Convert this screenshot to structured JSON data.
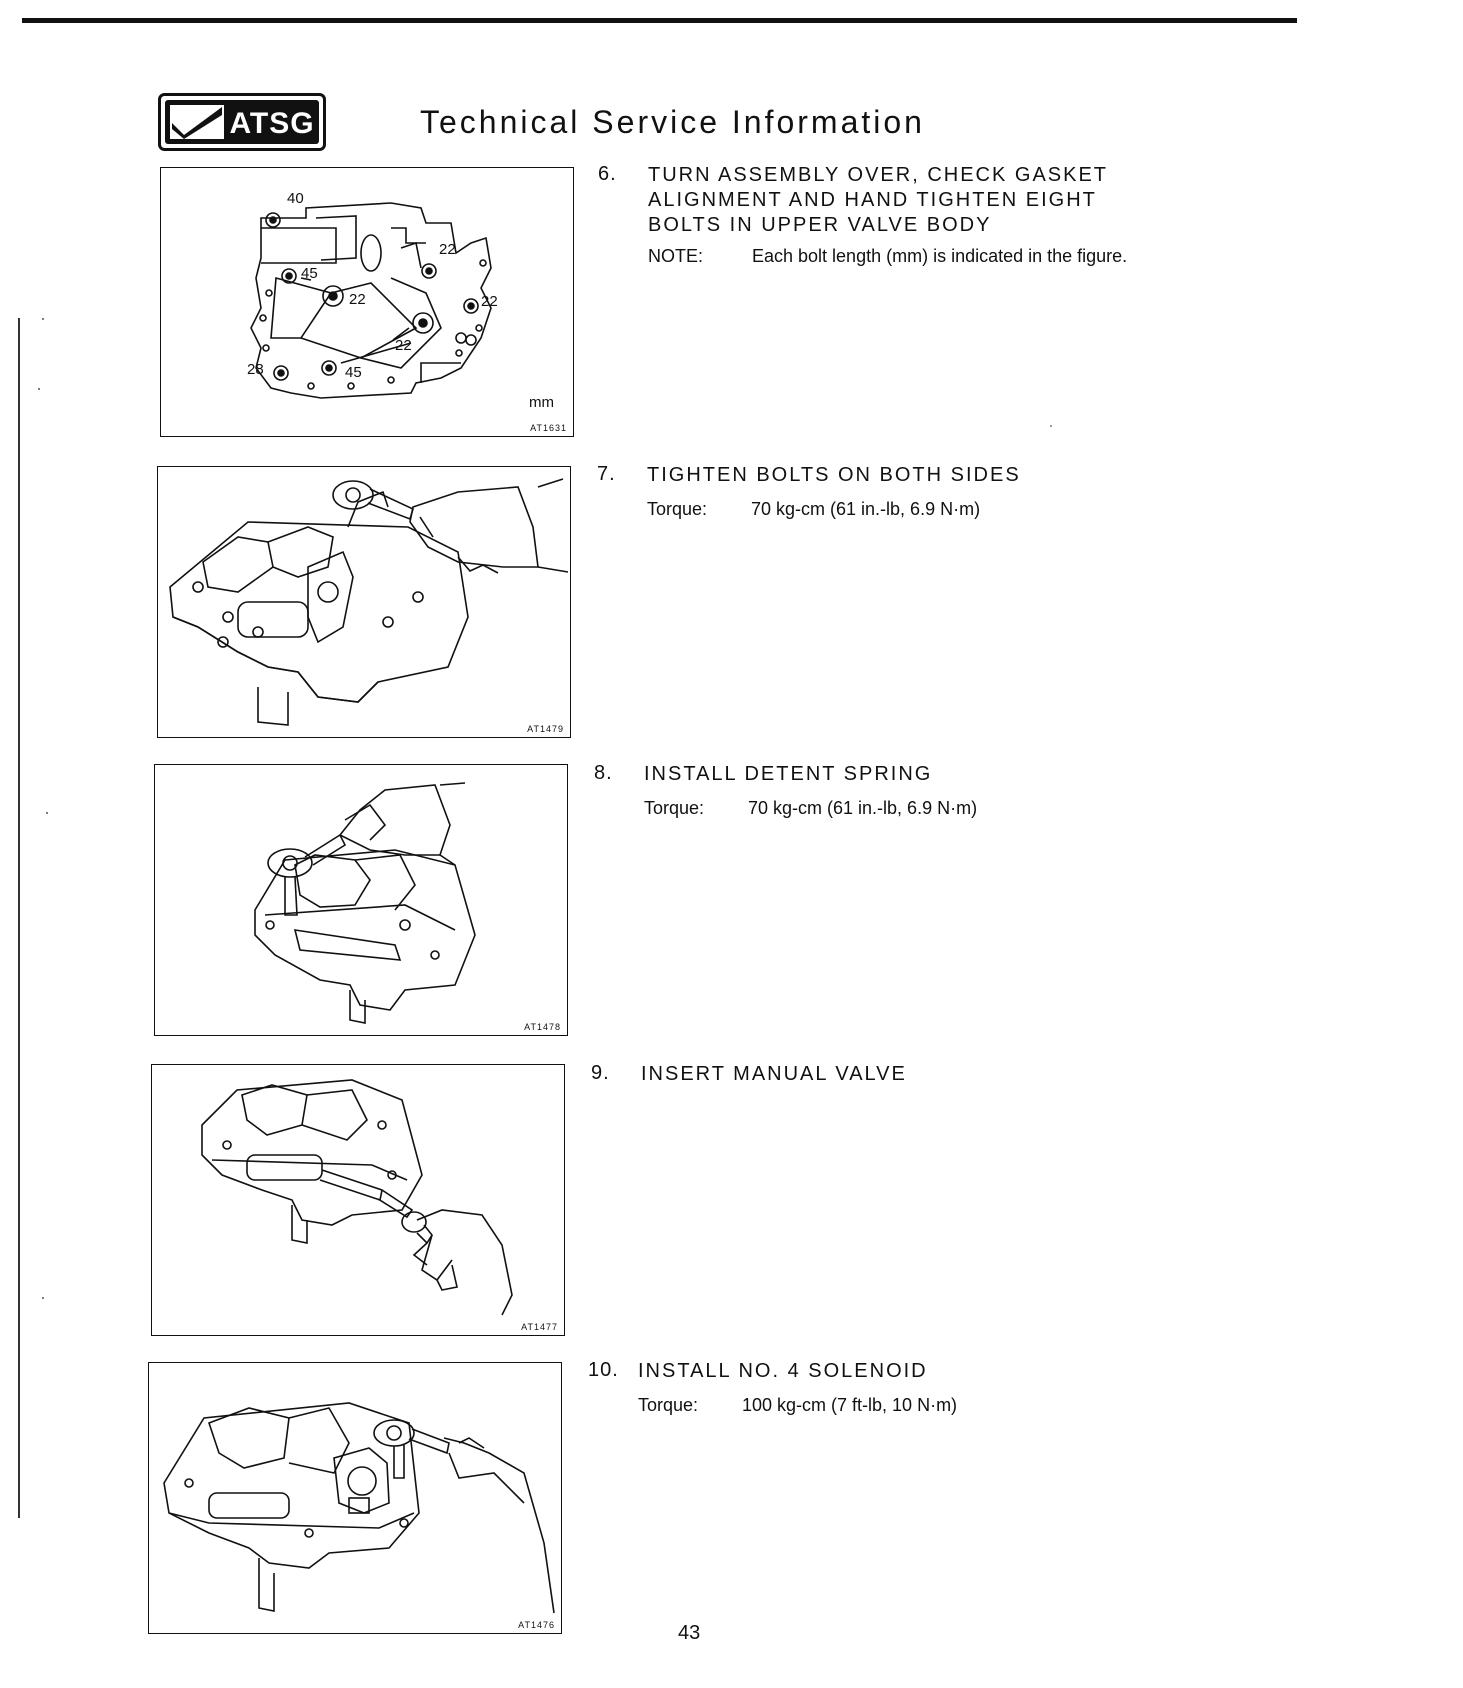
{
  "header": {
    "logo_text": "ATSG",
    "title": "Technical Service Information"
  },
  "figures": [
    {
      "code": "AT1631",
      "unit": "mm",
      "labels": [
        "40",
        "45",
        "22",
        "22",
        "22",
        "22",
        "28",
        "45"
      ],
      "icon": "upper-valve-body-bolt-diagram"
    },
    {
      "code": "AT1479",
      "icon": "valve-body-ratchet-illustration"
    },
    {
      "code": "AT1478",
      "icon": "valve-body-detent-spring-illustration"
    },
    {
      "code": "AT1477",
      "icon": "valve-body-manual-valve-illustration"
    },
    {
      "code": "AT1476",
      "icon": "valve-body-solenoid-illustration"
    }
  ],
  "steps": [
    {
      "number": "6.",
      "heading": "TURN ASSEMBLY OVER, CHECK GASKET ALIGNMENT AND HAND TIGHTEN EIGHT BOLTS IN UPPER VALVE BODY",
      "sub_key": "NOTE:",
      "sub_value": "Each bolt length (mm) is indicated in the figure."
    },
    {
      "number": "7.",
      "heading": "TIGHTEN BOLTS ON BOTH SIDES",
      "sub_key": "Torque:",
      "sub_value": "70 kg-cm (61 in.-lb, 6.9 N·m)"
    },
    {
      "number": "8.",
      "heading": "INSTALL DETENT SPRING",
      "sub_key": "Torque:",
      "sub_value": "70 kg-cm (61 in.-lb, 6.9 N·m)"
    },
    {
      "number": "9.",
      "heading": "INSERT MANUAL VALVE"
    },
    {
      "number": "10.",
      "heading": "INSTALL NO. 4 SOLENOID",
      "sub_key": "Torque:",
      "sub_value": "100 kg-cm (7 ft-lb, 10 N·m)"
    }
  ],
  "page_number": "43"
}
